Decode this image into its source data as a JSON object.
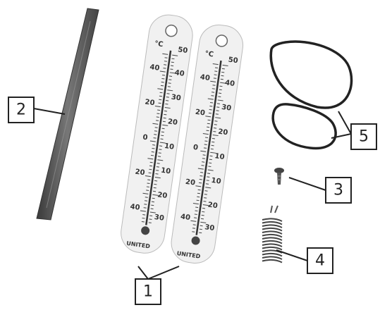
{
  "callouts": [
    {
      "id": "1",
      "label": "1"
    },
    {
      "id": "2",
      "label": "2"
    },
    {
      "id": "3",
      "label": "3"
    },
    {
      "id": "4",
      "label": "4"
    },
    {
      "id": "5",
      "label": "5"
    }
  ],
  "thermometers": [
    {
      "unit": "°C",
      "left_scale": [
        "40",
        "20",
        "0",
        "20",
        "40"
      ],
      "right_scale": [
        "50",
        "40",
        "30",
        "20",
        "10",
        "10",
        "20",
        "30"
      ],
      "brand": "UNITED"
    },
    {
      "unit": "°C",
      "left_scale": [
        "40",
        "20",
        "0",
        "20",
        "40"
      ],
      "right_scale": [
        "50",
        "40",
        "30",
        "20",
        "10",
        "10",
        "20",
        "30"
      ],
      "brand": "UNITED"
    }
  ],
  "items": {
    "rod": "wooden-rod",
    "screw": "screw",
    "spring": "spring",
    "bands": "rubber-bands"
  }
}
